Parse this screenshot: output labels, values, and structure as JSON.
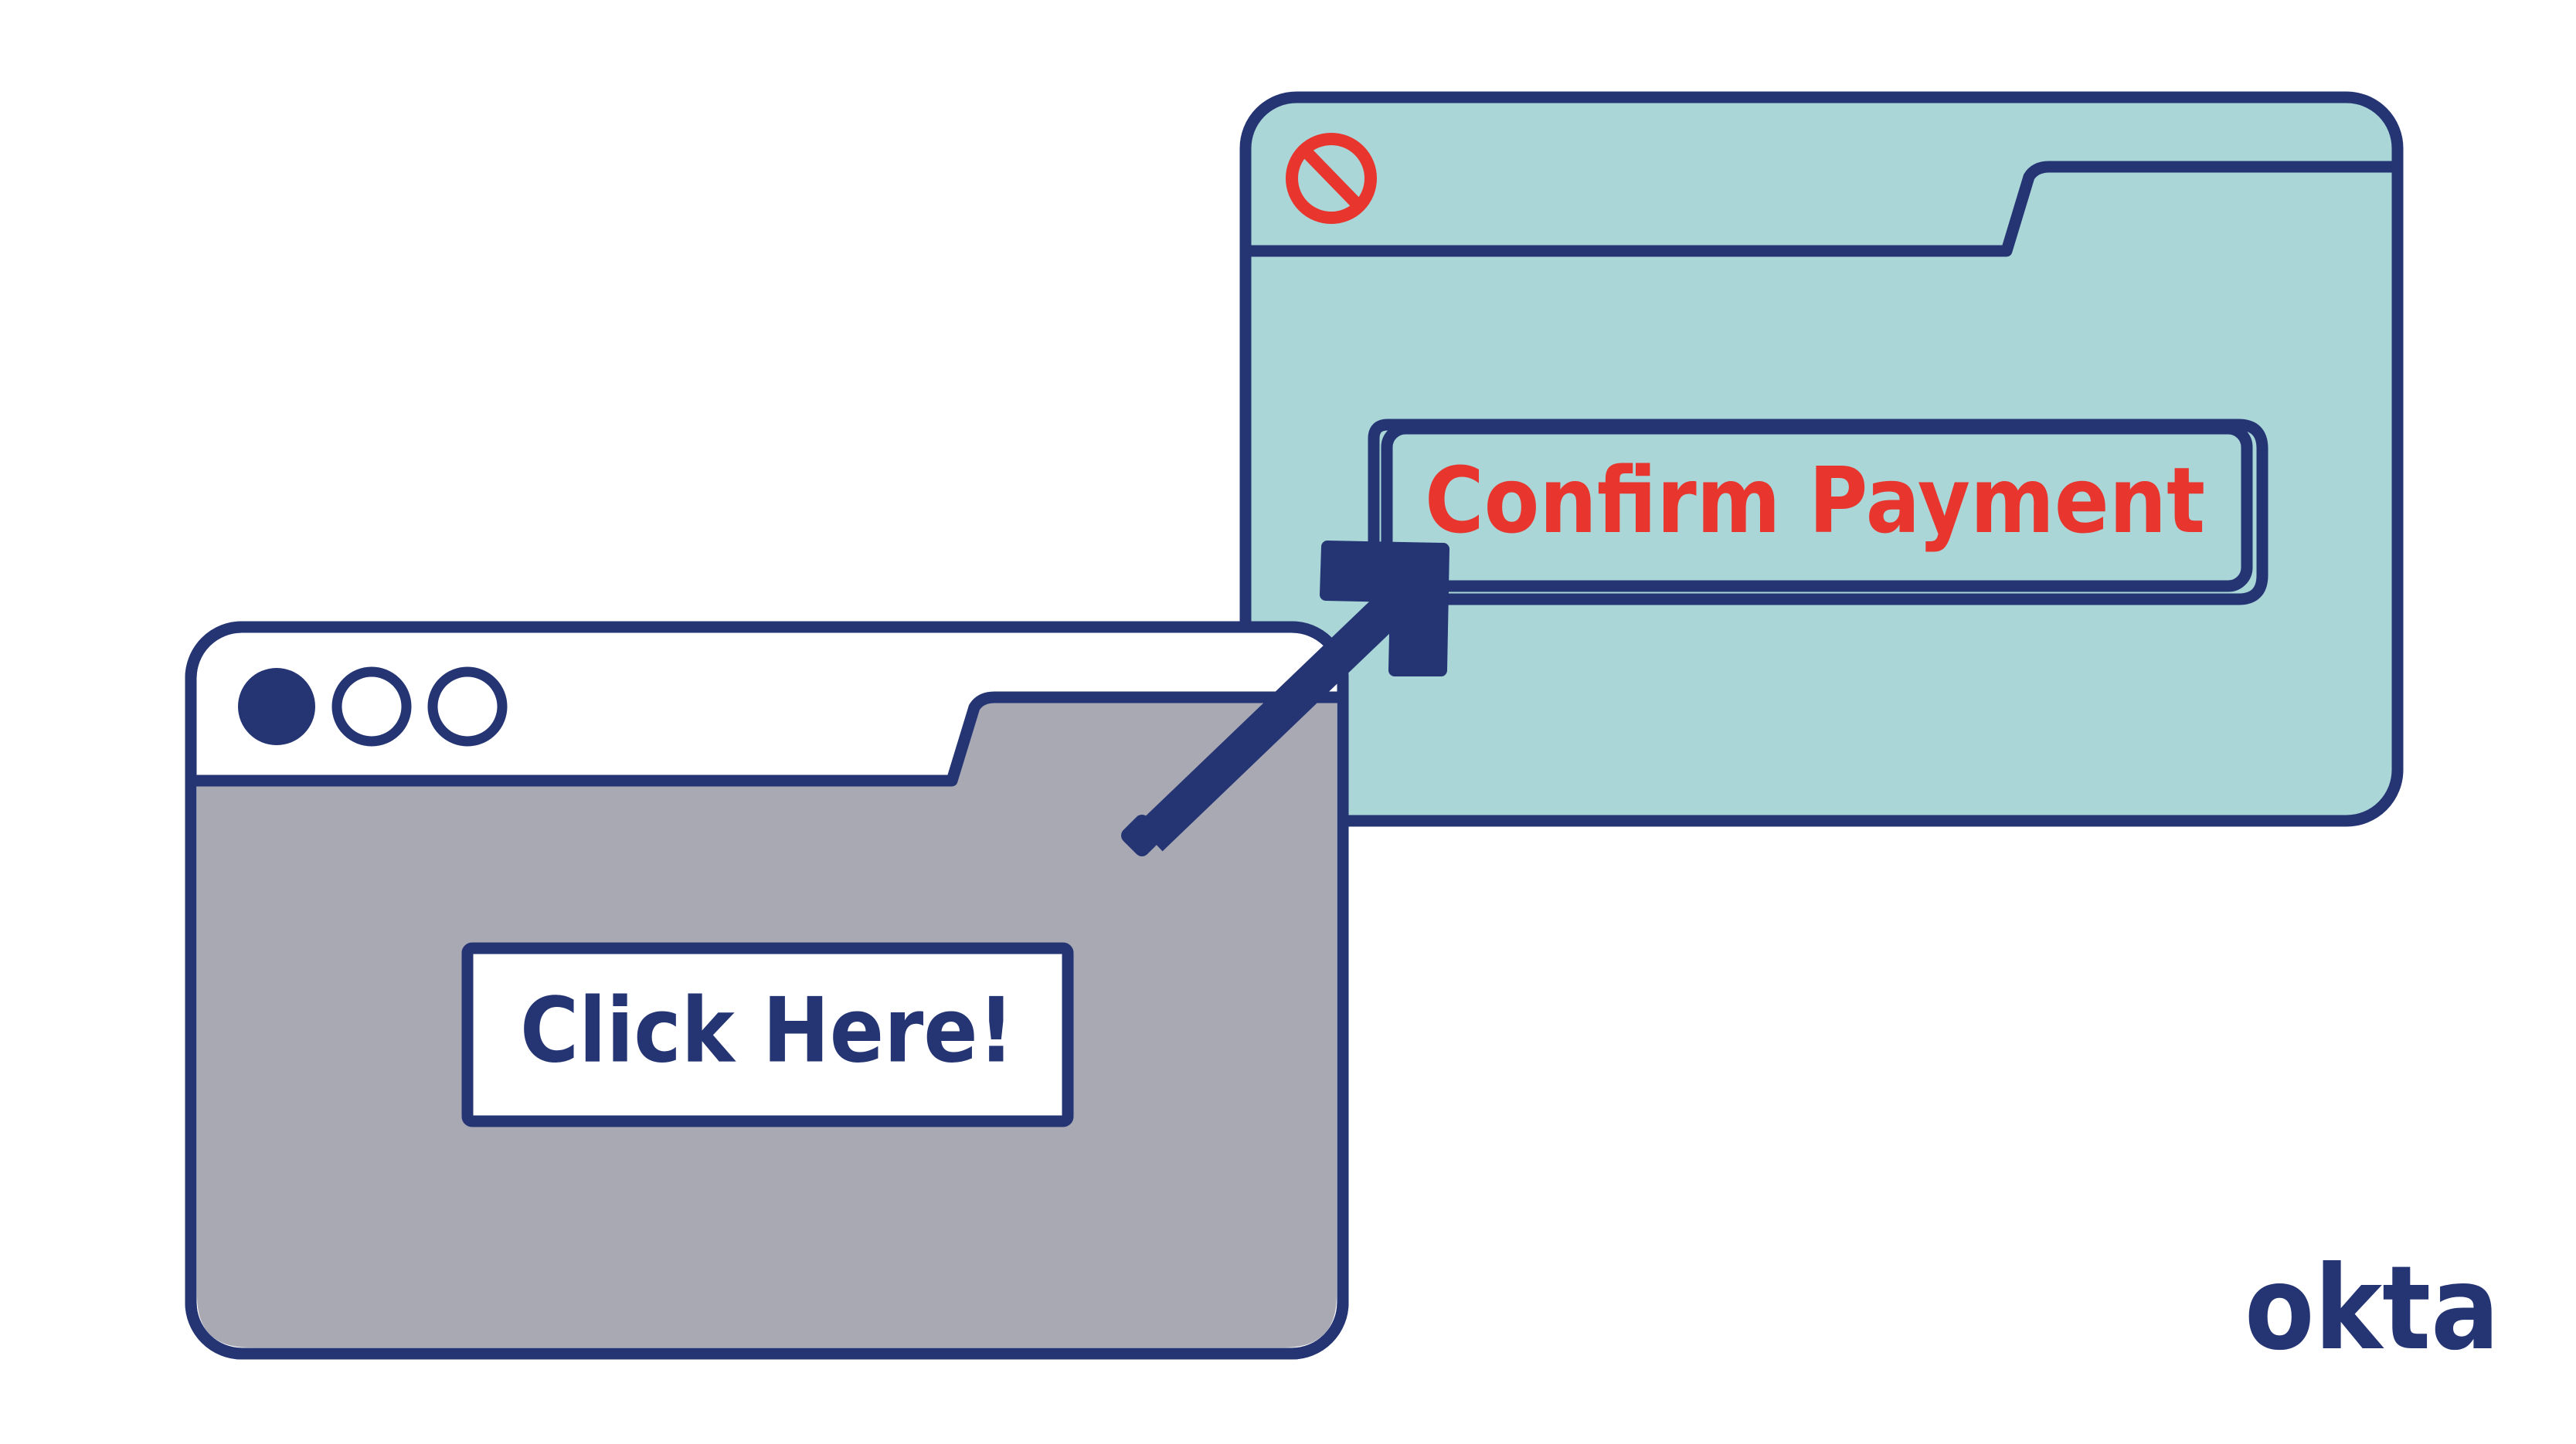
{
  "colors": {
    "navy": "#253574",
    "teal": "#aad6d8",
    "gray": "#a9a9b3",
    "red": "#e8352d",
    "white": "#ffffff"
  },
  "front_window": {
    "button_label": "Click Here!",
    "traffic_lights": [
      "filled",
      "outline",
      "outline"
    ]
  },
  "back_window": {
    "blocked_icon": "prohibited-icon",
    "button_label": "Confirm Payment"
  },
  "cursor": {
    "icon": "arrow-cursor-icon"
  },
  "brand": {
    "logo_text": "okta"
  }
}
